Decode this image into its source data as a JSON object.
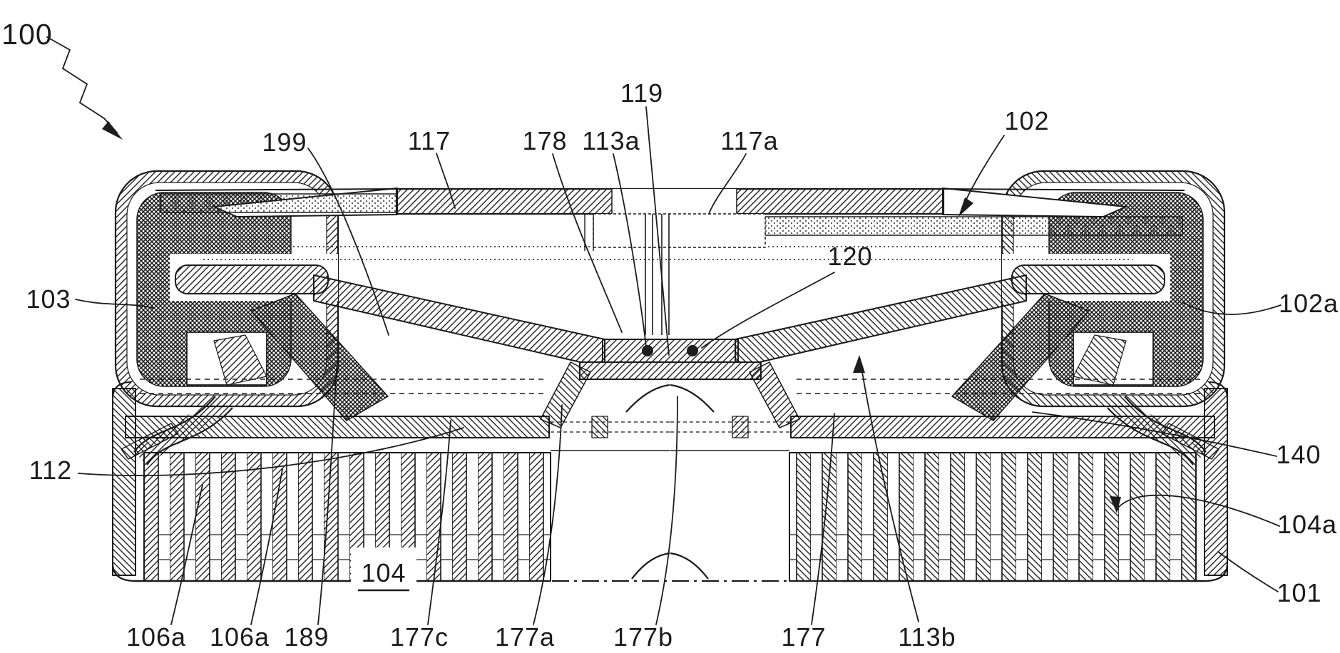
{
  "figure": {
    "type": "patent-cross-section",
    "description": "Cross-sectional technical drawing of a sealed device with cover, seal bulbs, diaphragm valve core and finned base",
    "ink_color": "#1b1b1b",
    "background_color": "#ffffff",
    "labels": {
      "l100": "100",
      "l199": "199",
      "l117": "117",
      "l178": "178",
      "l113a": "113a",
      "l119": "119",
      "l117a": "117a",
      "l102": "102",
      "l103": "103",
      "l120": "120",
      "l102a": "102a",
      "l112": "112",
      "l140": "140",
      "l104": "104",
      "l104a": "104a",
      "l101": "101",
      "l106a_1": "106a",
      "l106a_2": "106a",
      "l189": "189",
      "l177c": "177c",
      "l177a": "177a",
      "l177b": "177b",
      "l177": "177",
      "l113b": "113b"
    }
  }
}
